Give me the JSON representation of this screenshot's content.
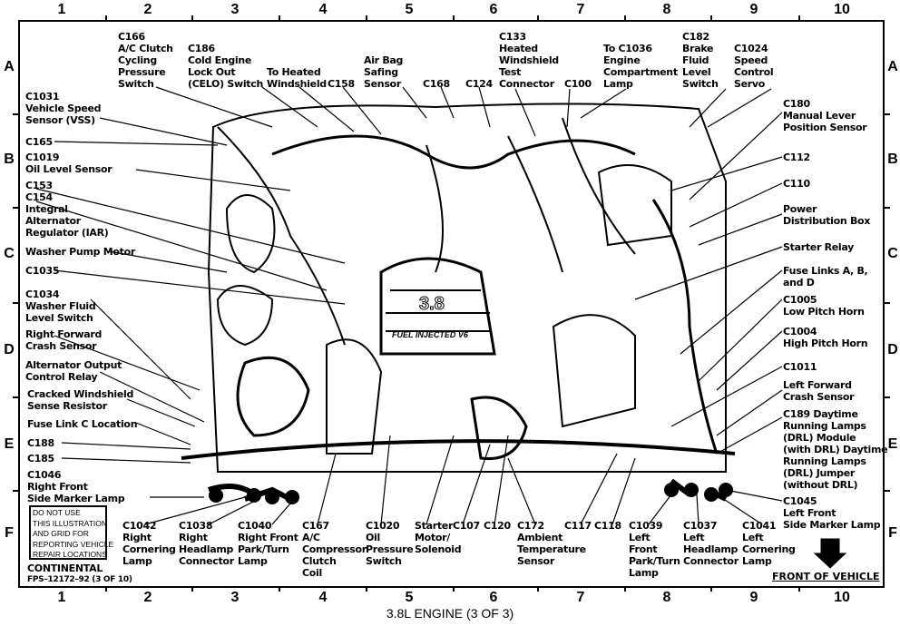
{
  "grid": {
    "columns": [
      "1",
      "2",
      "3",
      "4",
      "5",
      "6",
      "7",
      "8",
      "9",
      "10"
    ],
    "rows": [
      "A",
      "B",
      "C",
      "D",
      "E",
      "F"
    ]
  },
  "diagram": {
    "engine_badge": "3.8",
    "engine_script": "FUEL INJECTED V6"
  },
  "labels": {
    "top": [
      "C166\nA/C Clutch\nCycling\nPressure\nSwitch",
      "C186\nCold Engine\nLock Out\n(CELO) Switch",
      "To Heated\nWindshield",
      "C158",
      "Air Bag\nSafing\nSensor",
      "C168",
      "C124",
      "C133\nHeated\nWindshield\nTest\nConnector",
      "C100",
      "To C1036\nEngine\nCompartment\nLamp",
      "C182\nBrake\nFluid\nLevel\nSwitch",
      "C1024\nSpeed\nControl\nServo"
    ],
    "left": [
      "C1031\nVehicle Speed\nSensor (VSS)",
      "C165",
      "C1019\nOil Level Sensor",
      "C153\nC154\nIntegral\nAlternator\nRegulator (IAR)",
      "Washer Pump Motor",
      "C1035",
      "C1034\nWasher Fluid\nLevel Switch",
      "Right Forward\nCrash Sensor",
      "Alternator Output\nControl Relay",
      "Cracked Windshield\nSense Resistor",
      "Fuse Link C Location",
      "C188",
      "C185",
      "C1046\nRight Front\nSide Marker Lamp"
    ],
    "right": [
      "C180\nManual Lever\nPosition Sensor",
      "C112",
      "C110",
      "Power\nDistribution Box",
      "Starter Relay",
      "Fuse Links A, B,\nand D",
      "C1005\nLow Pitch Horn",
      "C1004\nHigh Pitch Horn",
      "C1011",
      "Left Forward\nCrash Sensor",
      "C189 Daytime\nRunning Lamps\n(DRL) Module\n(with DRL) Daytime\nRunning Lamps\n(DRL) Jumper\n(without DRL)",
      "C1045\nLeft Front\nSide Marker Lamp"
    ],
    "bottom": [
      "C1042\nRight\nCornering\nLamp",
      "C1038\nRight\nHeadlamp\nConnector",
      "C1040\nRight Front\nPark/Turn\nLamp",
      "C167\nA/C\nCompressor\nClutch\nCoil",
      "C1020\nOil\nPressure\nSwitch",
      "Starter\nMotor/\nSolenoid",
      "C107",
      "C120",
      "C172\nAmbient\nTemperature\nSensor",
      "C117",
      "C118",
      "C1039\nLeft\nFront\nPark/Turn\nLamp",
      "C1037\nLeft\nHeadlamp\nConnector",
      "C1041\nLeft\nCornering\nLamp"
    ]
  },
  "notice": "DO NOT USE\nTHIS ILLUSTRATION\nAND GRID FOR\nREPORTING VEHICLE\nREPAIR LOCATIONS",
  "publisher": "CONTINENTAL",
  "figure_code": "FPS–12172–92 (3 OF 10)",
  "front_of_vehicle": "FRONT OF VEHICLE",
  "footer_title": "3.8L ENGINE (3 OF 3)"
}
